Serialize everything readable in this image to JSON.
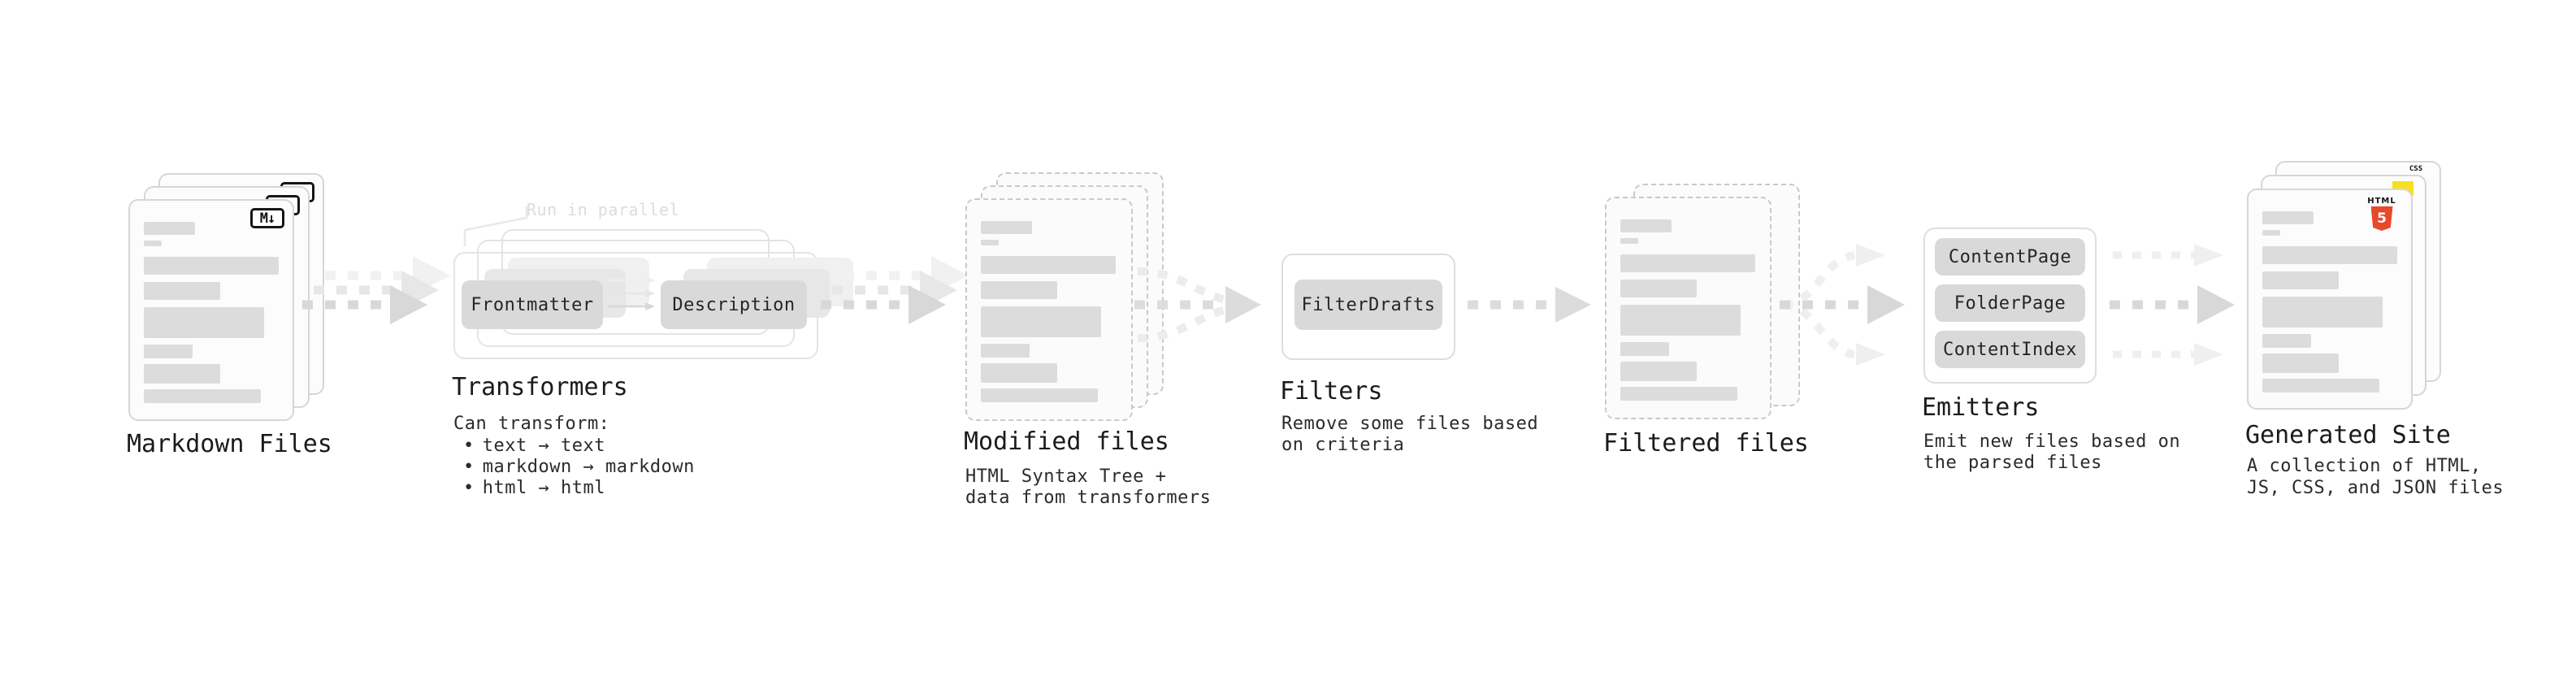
{
  "glyphs": {
    "bullet": "•",
    "markdown_badge": "M↓"
  },
  "colors": {
    "background": "#ffffff",
    "card_fill": "#fcfcfc",
    "card_border": "#d6d6d6",
    "bar_fill": "#dcdcdc",
    "pill_fill": "#d9d9d9",
    "outline_box_border": "#e2e2e2",
    "arrow_main": "#d8d8d8",
    "arrow_ghost": "#ededed",
    "text_primary": "#1f1f1f",
    "ghost_text": "#dcdcdc",
    "html5_orange": "#e8482c",
    "js_yellow": "#f7df1e",
    "css_blue": "#2965f1"
  },
  "nodes": {
    "markdown_files": {
      "title": "Markdown Files"
    },
    "transformers": {
      "title": "Transformers",
      "callout": "Run in parallel",
      "pills": [
        "Frontmatter",
        "Description"
      ],
      "subtitle": "Can transform:",
      "bullets": [
        "text → text",
        "markdown → markdown",
        "html → html"
      ]
    },
    "modified_files": {
      "title": "Modified files",
      "subtitle_lines": [
        "HTML Syntax Tree +",
        "data from transformers"
      ]
    },
    "filters": {
      "title": "Filters",
      "pills": [
        "FilterDrafts"
      ],
      "subtitle_lines": [
        "Remove some files based",
        "on criteria"
      ]
    },
    "filtered_files": {
      "title": "Filtered files"
    },
    "emitters": {
      "title": "Emitters",
      "pills": [
        "ContentPage",
        "FolderPage",
        "ContentIndex"
      ],
      "subtitle_lines": [
        "Emit new files based on",
        "the parsed files"
      ]
    },
    "generated_site": {
      "title": "Generated Site",
      "subtitle_lines": [
        "A collection of HTML,",
        "JS, CSS, and JSON files"
      ],
      "badges": {
        "html_label": "HTML",
        "html_number": "5",
        "css_label": "CSS"
      }
    }
  }
}
